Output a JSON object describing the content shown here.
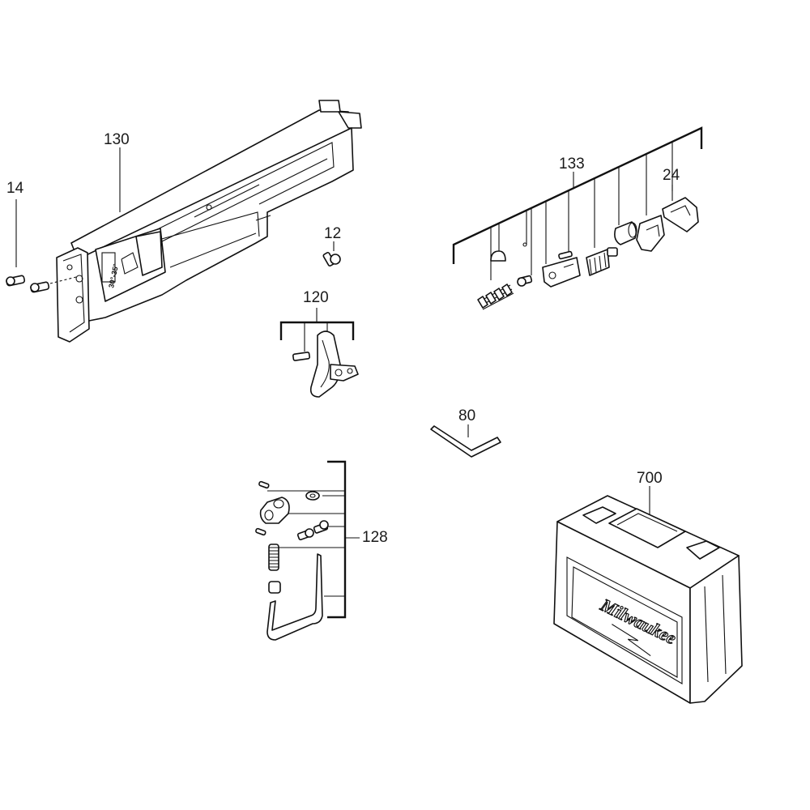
{
  "diagram": {
    "callouts": {
      "p14": "14",
      "p130": "130",
      "p12": "12",
      "p120": "120",
      "p133": "133",
      "p24": "24",
      "p80": "80",
      "p128": "128",
      "p700": "700"
    },
    "case_logo": "Milwaukee",
    "guide_marking": "30°-35°"
  }
}
